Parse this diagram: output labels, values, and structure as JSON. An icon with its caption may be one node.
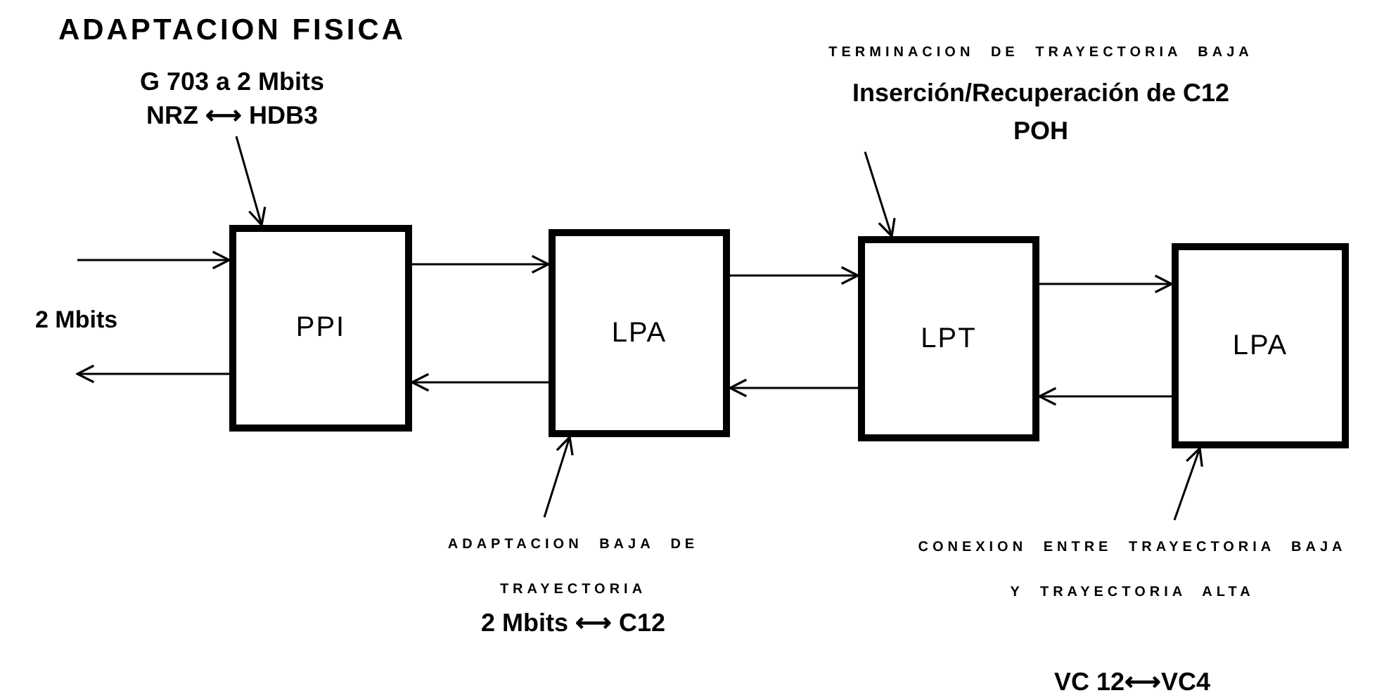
{
  "diagram": {
    "nodes": [
      {
        "text": [
          "ADAPTACION FISICA",
          "G 703 a 2 Mbits",
          "NRZ ⟷ HDB3"
        ]
      },
      {
        "text": [
          "PPI"
        ]
      },
      {
        "text": [
          "LPA"
        ]
      },
      {
        "text": [
          "LPT"
        ]
      },
      {
        "text": [
          "LPA"
        ]
      },
      {
        "text": [
          "TERMINACION DE TRAYECTORIA BAJA",
          "Inserción/Recuperación de C12",
          "POH"
        ]
      },
      {
        "text": [
          "ADAPTACION BAJA DE TRAYECTORIA",
          "2 Mbits ⟷ C12"
        ]
      },
      {
        "text": [
          "CONEXION ENTRE TRAYECTORIA BAJA Y TRAYECTORIA ALTA",
          "VC 12⟷VC4"
        ]
      }
    ],
    "edges": [
      {
        "from": null,
        "to": 1,
        "arrow": "to"
      },
      {
        "from": 1,
        "to": null,
        "arrow": "to"
      },
      {
        "from": 1,
        "to": 2,
        "arrow": "to"
      },
      {
        "from": 2,
        "to": 1,
        "arrow": "to"
      },
      {
        "from": 2,
        "to": 3,
        "arrow": "to"
      },
      {
        "from": 3,
        "to": 2,
        "arrow": "to"
      },
      {
        "from": 3,
        "to": 4,
        "arrow": "to"
      },
      {
        "from": 4,
        "to": 3,
        "arrow": "to"
      },
      {
        "from": 0,
        "to": 1,
        "arrow": "to"
      },
      {
        "from": 5,
        "to": 3,
        "arrow": "to"
      },
      {
        "from": 6,
        "to": 2,
        "arrow": "to"
      },
      {
        "from": 7,
        "to": 4,
        "arrow": "to"
      }
    ],
    "labels": [
      "2 Mbits"
    ]
  }
}
